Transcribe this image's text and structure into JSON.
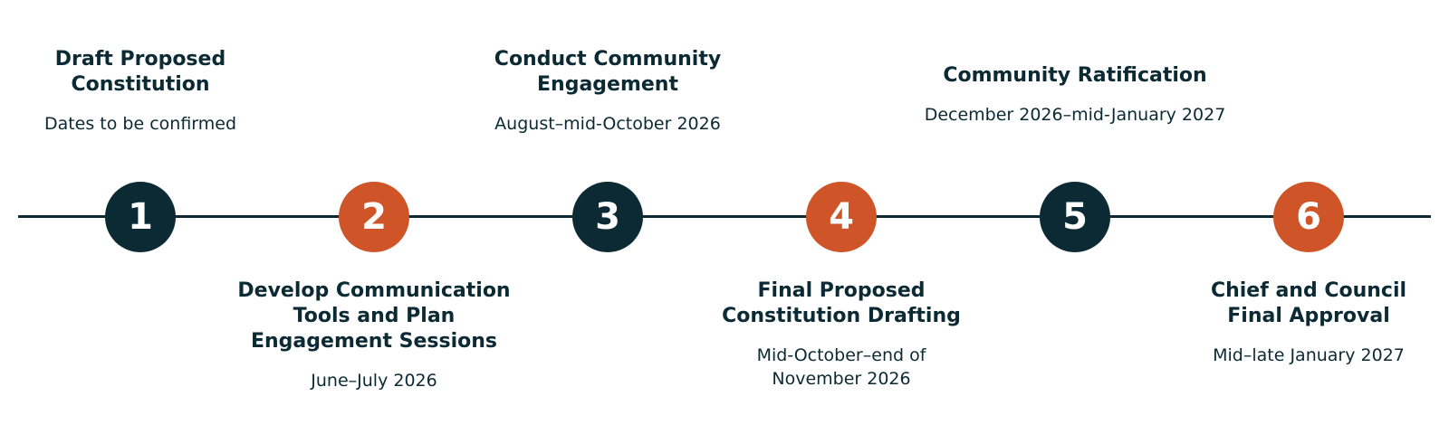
{
  "colors": {
    "dark": "#0b2a33",
    "accent": "#cf5528",
    "line": "#0b2a33",
    "text": "#0b2a33"
  },
  "steps": [
    {
      "number": "1",
      "title": "Draft Proposed Constitution",
      "date": "Dates to be confirmed",
      "position": "above",
      "color": "dark"
    },
    {
      "number": "2",
      "title": "Develop Communication Tools and Plan Engagement Sessions",
      "date": "June–July 2026",
      "position": "below",
      "color": "accent"
    },
    {
      "number": "3",
      "title": "Conduct Community Engagement",
      "date": "August–mid-October 2026",
      "position": "above",
      "color": "dark"
    },
    {
      "number": "4",
      "title": "Final Proposed Constitution Drafting",
      "date": "Mid-October–end of November 2026",
      "position": "below",
      "color": "accent"
    },
    {
      "number": "5",
      "title": "Community Ratification",
      "date": "December 2026–mid-January 2027",
      "position": "above",
      "color": "dark"
    },
    {
      "number": "6",
      "title": "Chief and Council Final Approval",
      "date": "Mid–late January 2027",
      "position": "below",
      "color": "accent"
    }
  ]
}
